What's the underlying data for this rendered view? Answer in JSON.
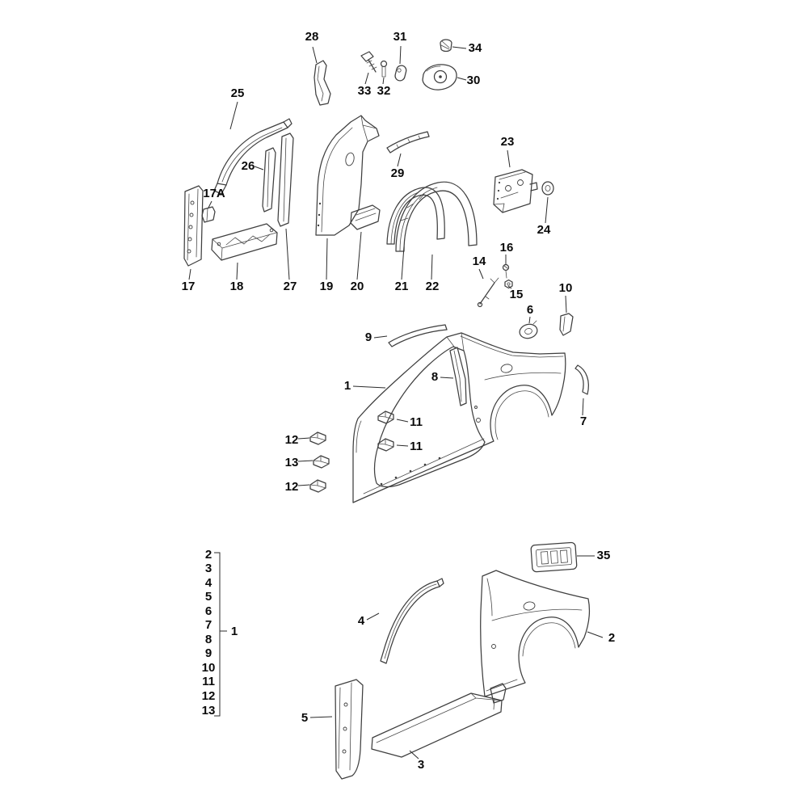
{
  "colors": {
    "background": "#ffffff",
    "line": "#3f3f3f",
    "label": "#0a0a0a"
  },
  "labels": {
    "n28": "28",
    "n31": "31",
    "n34": "34",
    "n30": "30",
    "n33": "33",
    "n32": "32",
    "n25": "25",
    "n26": "26",
    "n17a": "17A",
    "n23": "23",
    "n24": "24",
    "n29": "29",
    "n17": "17",
    "n18": "18",
    "n27": "27",
    "n19": "19",
    "n20": "20",
    "n21": "21",
    "n22": "22",
    "n14": "14",
    "n16": "16",
    "n15": "15",
    "n6": "6",
    "n10": "10",
    "n9": "9",
    "n1": "1",
    "n8": "8",
    "n7": "7",
    "n11a": "11",
    "n11b": "11",
    "n12a": "12",
    "n13": "13",
    "n12b": "12",
    "n35": "35",
    "n4": "4",
    "n2": "2",
    "n5": "5",
    "n3": "3"
  },
  "legend": {
    "items": [
      "2",
      "3",
      "4",
      "5",
      "6",
      "7",
      "8",
      "9",
      "10",
      "11",
      "12",
      "13"
    ],
    "group_label": "1"
  }
}
